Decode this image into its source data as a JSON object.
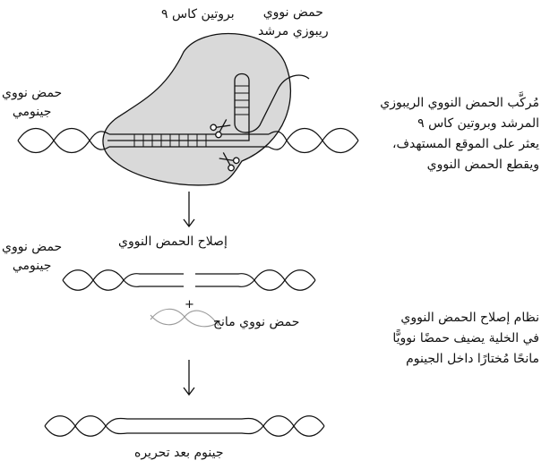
{
  "labels": {
    "cas9_protein": "بروتين كاس ٩",
    "guide_rna": [
      "حمض نووي",
      "ريبوزي مرشد"
    ],
    "genomic_dna_top": [
      "حمض نووي",
      "جينومي"
    ],
    "genomic_dna_middle": [
      "حمض نووي",
      "جينومي"
    ],
    "dna_repair": "إصلاح الحمض النووي",
    "donor_dna": "حمض نووي مانح",
    "plus_sign": "+",
    "edited_genome": "جينوم بعد تحريره"
  },
  "notes": {
    "complex_description": [
      "مُركَّب الحمض النووي الريبوزي",
      "المرشد وبروتين كاس ٩",
      "يعثر على الموقع المستهدف،",
      "ويقطع الحمض النووي"
    ],
    "repair_description": [
      "نظام إصلاح الحمض النووي",
      "في الخلية يضيف حمضًا نوويًّا",
      "مانحًا مُختارًا داخل الجينوم"
    ]
  },
  "colors": {
    "protein_fill": "#d9d9d9",
    "stroke": "#111111",
    "donor_stroke": "#9a9a9a"
  },
  "icons": [
    "scissors-icon",
    "scissors-icon",
    "arrow-down-icon",
    "arrow-down-icon"
  ]
}
